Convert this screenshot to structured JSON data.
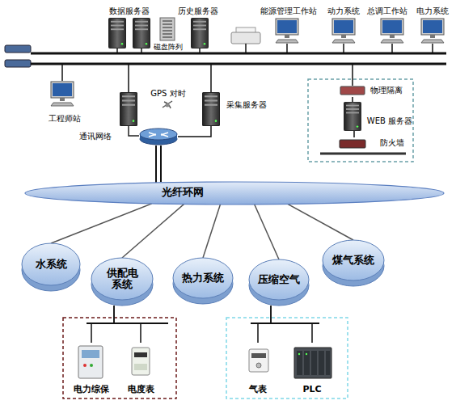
{
  "diagram": {
    "nodes": [
      {
        "text": [
          "数据服务器"
        ]
      },
      {
        "text": [
          "历史服务器"
        ]
      },
      {
        "text": [
          "磁盘阵列"
        ]
      },
      {
        "text": [
          "能源管理工作站"
        ]
      },
      {
        "text": [
          "动力系统"
        ]
      },
      {
        "text": [
          "总调工作站"
        ]
      },
      {
        "text": [
          "电力系统"
        ]
      },
      {
        "text": [
          "工程师站"
        ]
      },
      {
        "text": [
          "GPS 对时"
        ]
      },
      {
        "text": [
          "采集服务器"
        ]
      },
      {
        "text": [
          "通讯网络"
        ]
      },
      {
        "text": [
          "物理隔离"
        ]
      },
      {
        "text": [
          "WEB 服务器"
        ]
      },
      {
        "text": [
          "防火墙"
        ]
      },
      {
        "text": [
          "光纤环网"
        ]
      },
      {
        "text": [
          "水系统"
        ]
      },
      {
        "text": [
          "供配电系统"
        ]
      },
      {
        "text": [
          "热力系统"
        ]
      },
      {
        "text": [
          "压缩空气"
        ]
      },
      {
        "text": [
          "煤气系统"
        ]
      },
      {
        "text": [
          "电力综保"
        ]
      },
      {
        "text": [
          "电度表"
        ]
      },
      {
        "text": [
          "气表"
        ]
      },
      {
        "text": [
          "PLC"
        ]
      }
    ],
    "edges": [
      {
        "from": 9,
        "to": 10,
        "arrow": "none"
      },
      {
        "from": 10,
        "to": 14,
        "arrow": "none"
      },
      {
        "from": 14,
        "to": 15,
        "arrow": "none"
      },
      {
        "from": 14,
        "to": 16,
        "arrow": "none"
      },
      {
        "from": 14,
        "to": 17,
        "arrow": "none"
      },
      {
        "from": 14,
        "to": 18,
        "arrow": "none"
      },
      {
        "from": 14,
        "to": 19,
        "arrow": "none"
      },
      {
        "from": 16,
        "to": 20,
        "arrow": "none"
      },
      {
        "from": 16,
        "to": 21,
        "arrow": "none"
      },
      {
        "from": 18,
        "to": 22,
        "arrow": "none"
      },
      {
        "from": 18,
        "to": 23,
        "arrow": "none"
      },
      {
        "from": 11,
        "to": 12,
        "arrow": "none"
      },
      {
        "from": 12,
        "to": 13,
        "arrow": "none"
      }
    ]
  }
}
